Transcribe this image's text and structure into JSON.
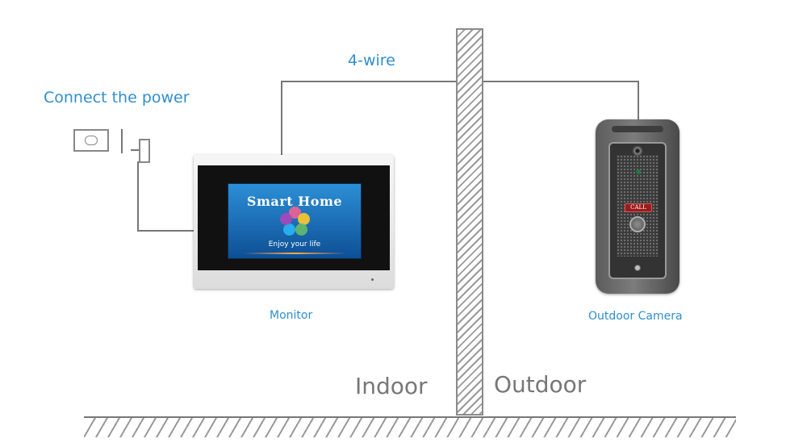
{
  "labels": {
    "connect_power": "Connect the power",
    "four_wire": "4-wire",
    "monitor": "Monitor",
    "outdoor_camera": "Outdoor Camera",
    "indoor": "Indoor",
    "outdoor": "Outdoor"
  },
  "monitor_screen": {
    "title": "Smart Home",
    "subtitle": "Enjoy your life"
  },
  "camera_panel": {
    "call_badge": "CALL"
  },
  "colors": {
    "label_blue": "#2f8fce",
    "wire_gray": "#777777",
    "zone_text_gray": "#777777"
  }
}
